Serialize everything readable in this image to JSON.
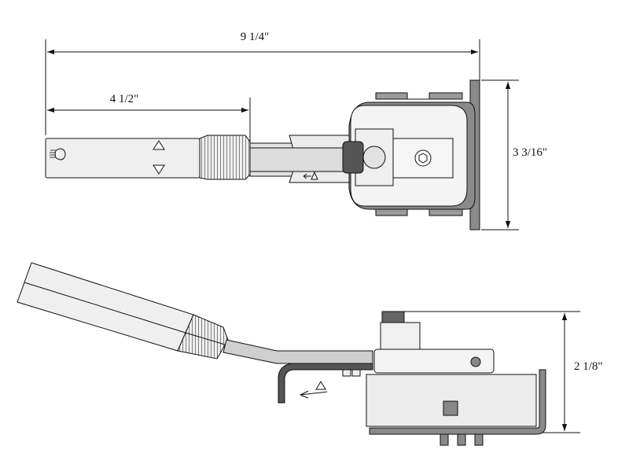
{
  "dimensions": {
    "overall_length": "9 1/4\"",
    "lever_length": "4 1/2\"",
    "mount_height": "3 3/16\"",
    "side_height": "2 1/8\""
  },
  "symbols": {
    "headlight": "headlight-icon",
    "up": "triangle-up-icon",
    "down": "triangle-down-icon",
    "direction": "arrow-triangle-icon",
    "screw": "hex-screw-icon"
  },
  "colors": {
    "outline": "#111111",
    "light_fill": "#eeeeee",
    "mid_fill": "#dedede",
    "bracket_gray": "#8a8a8a",
    "dark_knob": "#555555"
  }
}
